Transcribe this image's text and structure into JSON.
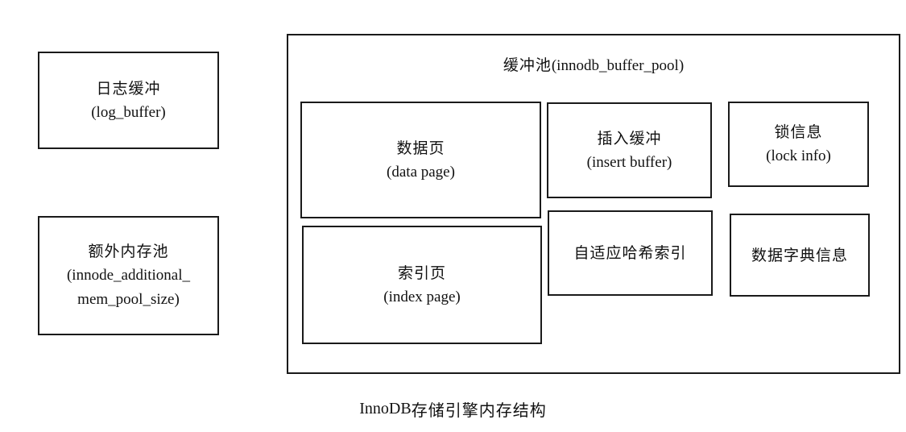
{
  "left_boxes": {
    "log_buffer": {
      "zh": "日志缓冲",
      "en": "(log_buffer)"
    },
    "additional_pool": {
      "zh": "额外内存池",
      "en_line1": "(innode_additional_",
      "en_line2": "mem_pool_size)"
    }
  },
  "buffer_pool": {
    "title_zh": "缓冲池",
    "title_en": "(innodb_buffer_pool)",
    "data_page": {
      "zh": "数据页",
      "en": "(data page)"
    },
    "index_page": {
      "zh": "索引页",
      "en": "(index page)"
    },
    "insert_buffer": {
      "zh": "插入缓冲",
      "en": "(insert buffer)"
    },
    "lock_info": {
      "zh": "锁信息",
      "en": "(lock info)"
    },
    "adaptive_hash": {
      "zh": "自适应哈希索引"
    },
    "data_dictionary": {
      "zh": "数据字典信息"
    }
  },
  "caption": {
    "en": "InnoDB",
    "zh": "存储引擎内存结构"
  }
}
